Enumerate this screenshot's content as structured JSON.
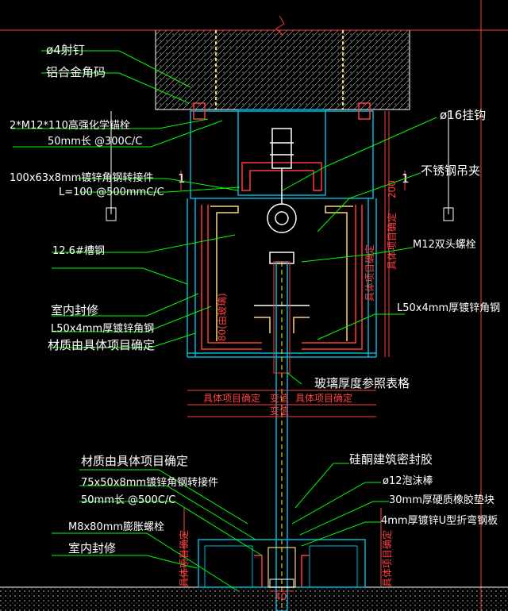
{
  "colors": {
    "background": "#000000",
    "leader": "#00ff00",
    "frame": "#00b4d8",
    "steel": "#ff3b3b",
    "dimension": "#ff4040",
    "text": "#ffffff",
    "glass": "#ffff00",
    "hatch": "#8a8a8a"
  },
  "labels": {
    "nail": "ø4射钉",
    "alu_angle": "铝合金角码",
    "anchor_bolt": "2*M12*110高强化学锚栓",
    "anchor_spacing": "50mm长 @300C/C",
    "transfer_piece": "100x63x8mm镀锌角钢转接件",
    "transfer_spacing": "L=100  @500mmC/C",
    "channel": "12.6#槽钢",
    "interior_finish": "室内封修",
    "angle_l50_left": "L50x4mm厚镀锌角钢",
    "material_left": "材质由具体项目确定",
    "hook": "ø16挂钩",
    "ss_clamp": "不锈钢吊夹",
    "m12_bolt": "M12双头螺栓",
    "angle_l50_right": "L50x4mm厚镀锌角钢",
    "glass_thickness": "玻璃厚度参照表格",
    "material_bottom": "材质由具体项目确定",
    "transfer_bottom": "75x50x8mm镀锌角钢转接件",
    "transfer_bottom_spacing": "50mm长 @500C/C",
    "expansion_bolt": "M8x80mm膨胀螺栓",
    "interior_finish_bottom": "室内封修",
    "sealant": "硅酮建筑密封胶",
    "foam_rod": "ø12泡沫棒",
    "rubber_pad": "30mm厚硬质橡胶垫块",
    "u_plate": "4mm厚镀锌U型折弯钢板"
  },
  "dimensions": {
    "section_mark": "1",
    "dim_200": "200",
    "dim_80": "80(由玻璃)",
    "dim_project_v1": "具体项目确定",
    "dim_project_v2": "具体项目确定",
    "dim_project_h": "具体项目确定",
    "dim_var": "变值",
    "dim_project_h2": "具体项目确定",
    "dim_var_bottom": "变值",
    "dim_40": "40",
    "dim_project_bl": "具体项目确定",
    "dim_project_br": "具体项目确定"
  }
}
